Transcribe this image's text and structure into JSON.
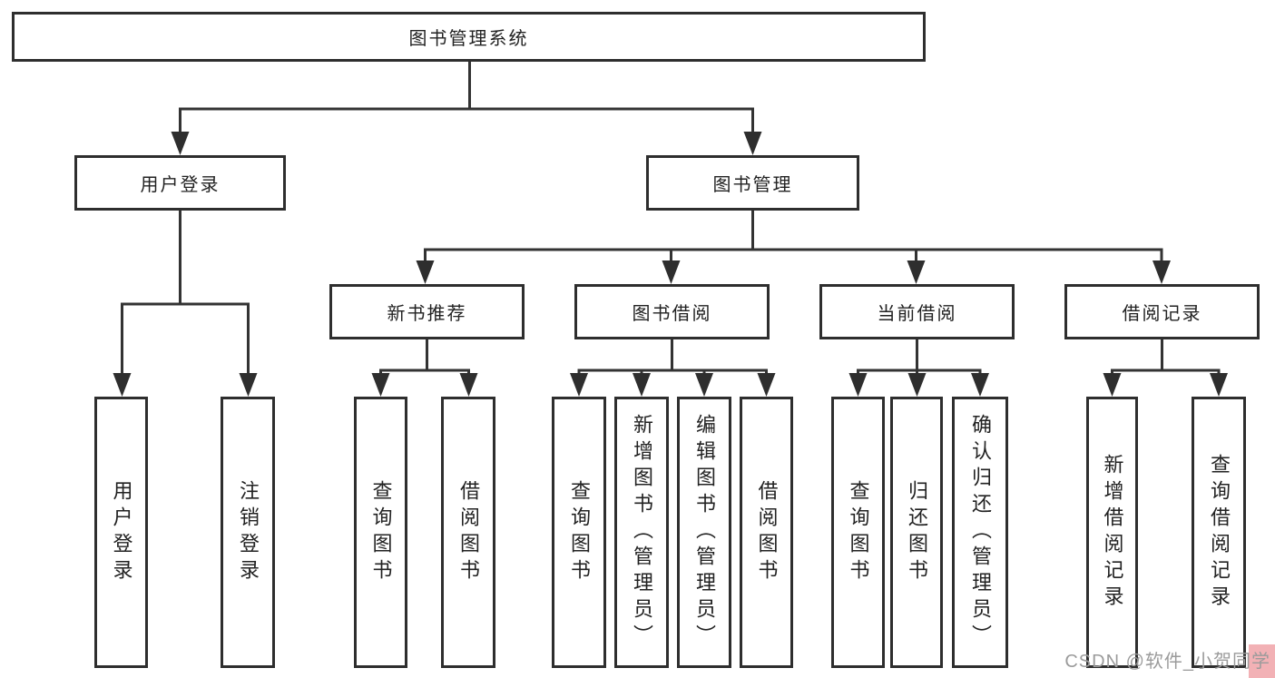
{
  "diagram_title": "图书管理系统",
  "tree": {
    "root": {
      "label": "图书管理系统",
      "children": [
        {
          "label": "用户登录",
          "children": [
            {
              "label": "用户登录"
            },
            {
              "label": "注销登录"
            }
          ]
        },
        {
          "label": "图书管理",
          "children": [
            {
              "label": "新书推荐",
              "children": [
                {
                  "label": "查询图书"
                },
                {
                  "label": "借阅图书"
                }
              ]
            },
            {
              "label": "图书借阅",
              "children": [
                {
                  "label": "查询图书"
                },
                {
                  "label": "新增图书（管理员）"
                },
                {
                  "label": "编辑图书（管理员）"
                },
                {
                  "label": "借阅图书"
                }
              ]
            },
            {
              "label": "当前借阅",
              "children": [
                {
                  "label": "查询图书"
                },
                {
                  "label": "归还图书"
                },
                {
                  "label": "确认归还（管理员）"
                }
              ]
            },
            {
              "label": "借阅记录",
              "children": [
                {
                  "label": "新增借阅记录"
                },
                {
                  "label": "查询借阅记录"
                }
              ]
            }
          ]
        }
      ]
    }
  },
  "watermark": {
    "text": "CSDN @软件_小贺同学"
  },
  "colors": {
    "line": "#333333",
    "box_border": "#2e2e2e",
    "background": "#ffffff",
    "watermark_text": "#9b9b9b",
    "watermark_accent": "#f2b1b5"
  }
}
